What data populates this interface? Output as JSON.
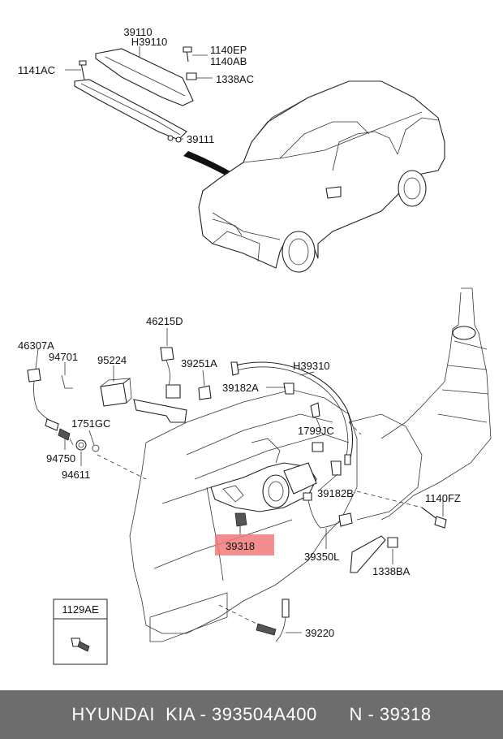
{
  "labels": {
    "l39110": "39110",
    "lH39110": "H39110",
    "l1141AC": "1141AC",
    "l1140EP": "1140EP",
    "l1140AB": "1140AB",
    "l1338AC": "1338AC",
    "l39111": "39111",
    "l46215D": "46215D",
    "l46307A": "46307A",
    "l94701": "94701",
    "l95224": "95224",
    "l39251A": "39251A",
    "lH39310": "H39310",
    "l39182A": "39182A",
    "l1751GC": "1751GC",
    "l1799JC": "1799JC",
    "l94750": "94750",
    "l94611": "94611",
    "l39182B": "39182B",
    "l1140FZ": "1140FZ",
    "l39318": "39318",
    "l39350L": "39350L",
    "l1338BA": "1338BA",
    "l1129AE": "1129AE",
    "l39220": "39220"
  },
  "highlight_color": "#f07a7a",
  "footer": {
    "left": "HYUNDAI  KIA - 393504A400",
    "right": "N - 39318"
  }
}
